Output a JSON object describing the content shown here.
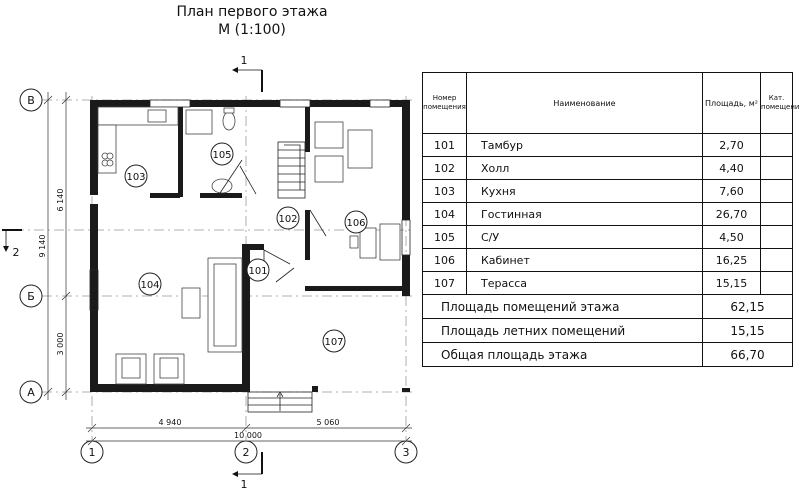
{
  "drawing": {
    "title": "План первого этажа",
    "scale": "М (1:100)"
  },
  "axes": {
    "horizontal": [
      "1",
      "2",
      "3"
    ],
    "vertical": [
      "А",
      "Б",
      "В"
    ]
  },
  "section_marks": {
    "cut_1": "1",
    "cut_2": "2"
  },
  "dimensions": {
    "bottom": [
      "4 940",
      "5 060"
    ],
    "total_width": "10 000",
    "left": [
      "3 000",
      "6 140"
    ],
    "total_height": "9 140"
  },
  "room_tags": [
    "101",
    "102",
    "103",
    "104",
    "105",
    "106",
    "107"
  ],
  "schedule": {
    "headers": {
      "number": "Номер помещения",
      "name": "Наименование",
      "area": "Площадь, м²",
      "category": "Кат. помещения"
    },
    "rooms": [
      {
        "number": "101",
        "name": "Тамбур",
        "area": "2,70",
        "category": ""
      },
      {
        "number": "102",
        "name": "Холл",
        "area": "4,40",
        "category": ""
      },
      {
        "number": "103",
        "name": "Кухня",
        "area": "7,60",
        "category": ""
      },
      {
        "number": "104",
        "name": "Гостинная",
        "area": "26,70",
        "category": ""
      },
      {
        "number": "105",
        "name": "С/У",
        "area": "4,50",
        "category": ""
      },
      {
        "number": "106",
        "name": "Кабинет",
        "area": "16,25",
        "category": ""
      },
      {
        "number": "107",
        "name": "Терасса",
        "area": "15,15",
        "category": ""
      }
    ],
    "totals": [
      {
        "label": "Площадь помещений этажа",
        "value": "62,15"
      },
      {
        "label": "Площадь летних помещений",
        "value": "15,15"
      },
      {
        "label": "Общая площадь этажа",
        "value": "66,70"
      }
    ]
  }
}
